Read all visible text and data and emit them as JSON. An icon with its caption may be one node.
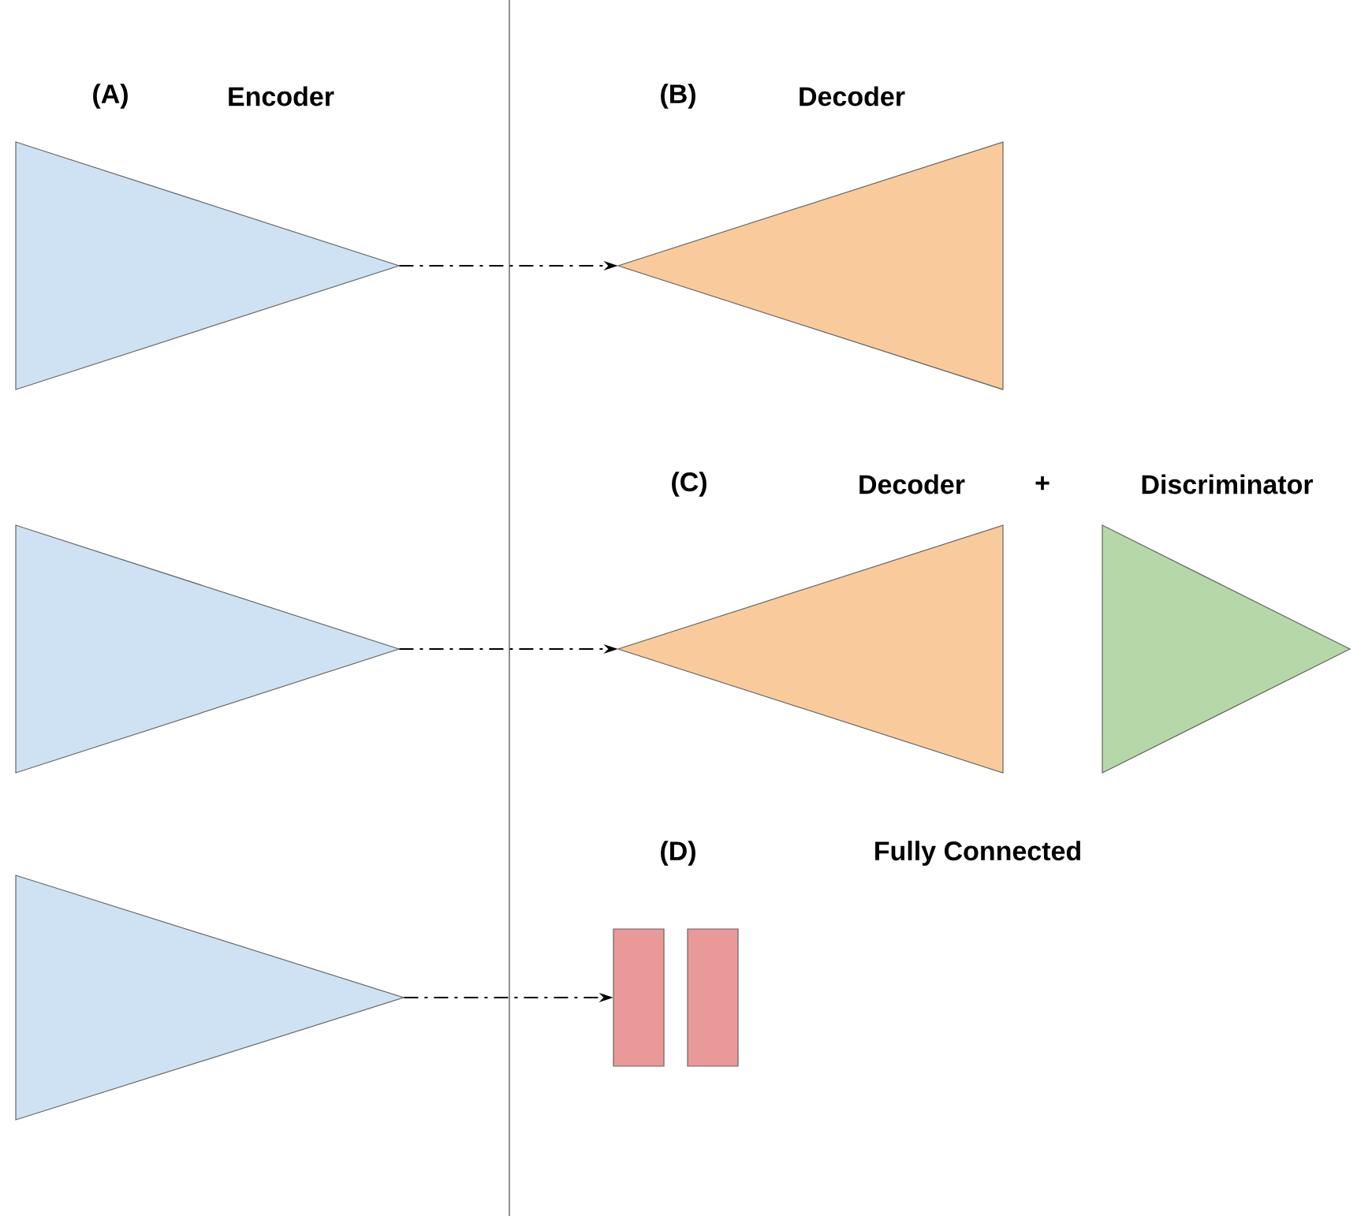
{
  "diagram": {
    "nodes": [
      {
        "text": [],
        "shape": "triangle"
      },
      {
        "text": [],
        "shape": "triangle"
      },
      {
        "text": [],
        "shape": "triangle"
      },
      {
        "text": [],
        "shape": "triangle"
      },
      {
        "text": [],
        "shape": "triangle"
      },
      {
        "text": [],
        "shape": "triangle"
      },
      {
        "text": [],
        "shape": "bar"
      },
      {
        "text": [],
        "shape": "bar"
      }
    ],
    "edges": [
      {
        "from": 0,
        "to": 1,
        "arrow": "to",
        "style": "dashed"
      },
      {
        "from": 2,
        "to": 3,
        "arrow": "to",
        "style": "dashed"
      },
      {
        "from": 5,
        "to": 6,
        "arrow": "to",
        "style": "dashed"
      }
    ],
    "labels": [
      "(A)",
      "Encoder",
      "(B)",
      "Decoder",
      "(C)",
      "Decoder",
      "+",
      "Discriminator",
      "(D)",
      "Fully Connected"
    ]
  }
}
